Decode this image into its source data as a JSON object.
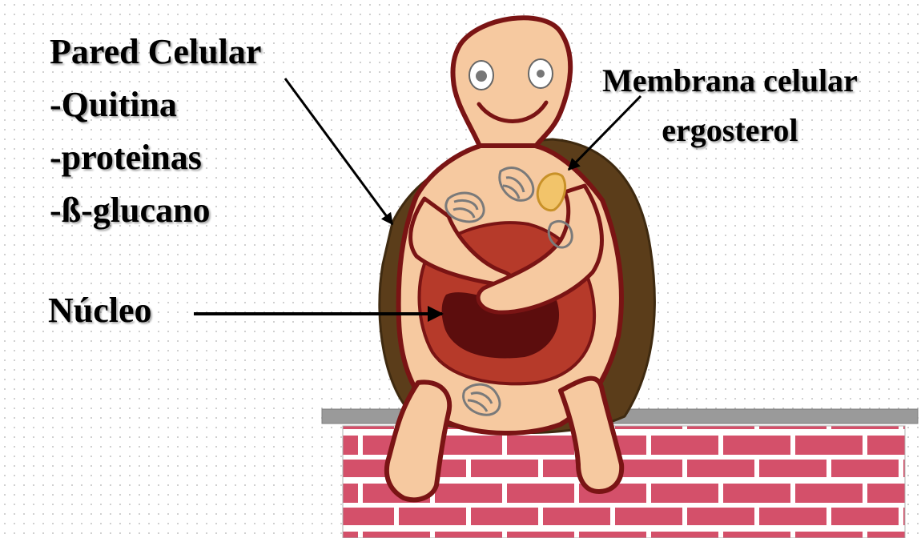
{
  "labels": {
    "cell_wall": {
      "title": "Pared Celular",
      "items": [
        "-Quitina",
        "-proteinas",
        "-ß-glucano"
      ]
    },
    "membrane": {
      "line1": "Membrana celular",
      "line2": "ergosterol"
    },
    "nucleus": "Núcleo"
  },
  "colors": {
    "skin": "#f6c9a0",
    "outline": "#7a1414",
    "shell": "#5b3d1a",
    "nucleus_outer": "#b63a2a",
    "nucleus_inner": "#5c0d0d",
    "brick": "#d4506a",
    "ledge": "#9a9a9a",
    "organelle_yellow": "#f2c46a"
  }
}
